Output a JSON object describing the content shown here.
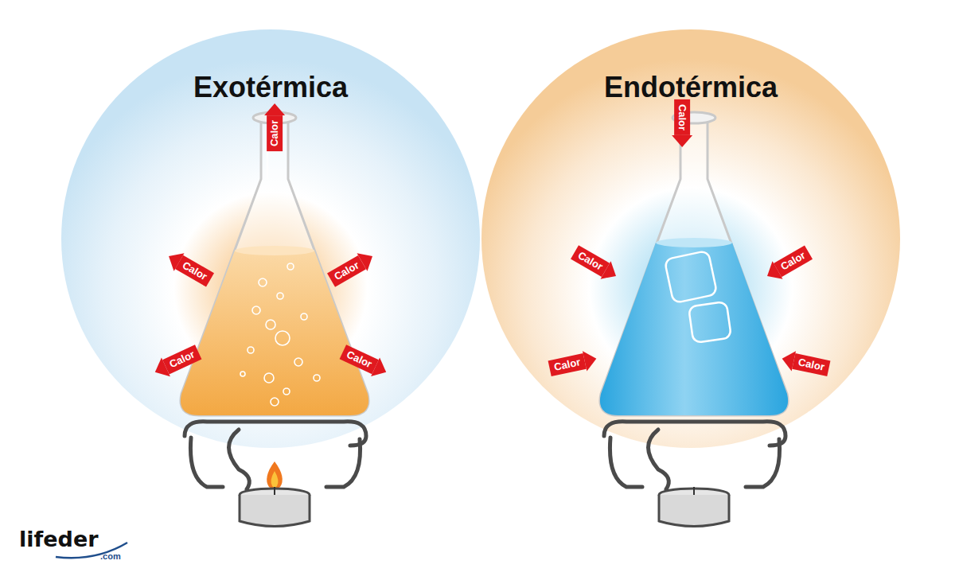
{
  "diagram": {
    "nodes": [
      {
        "text": [
          "Exotérmica"
        ]
      },
      {
        "text": [
          "Endotérmica"
        ]
      }
    ],
    "labels": [
      "Calor",
      "Calor",
      "Calor",
      "Calor",
      "Calor",
      "Calor",
      "Calor",
      "Calor",
      "Calor",
      "Calor",
      "lifeder",
      ".com"
    ]
  }
}
